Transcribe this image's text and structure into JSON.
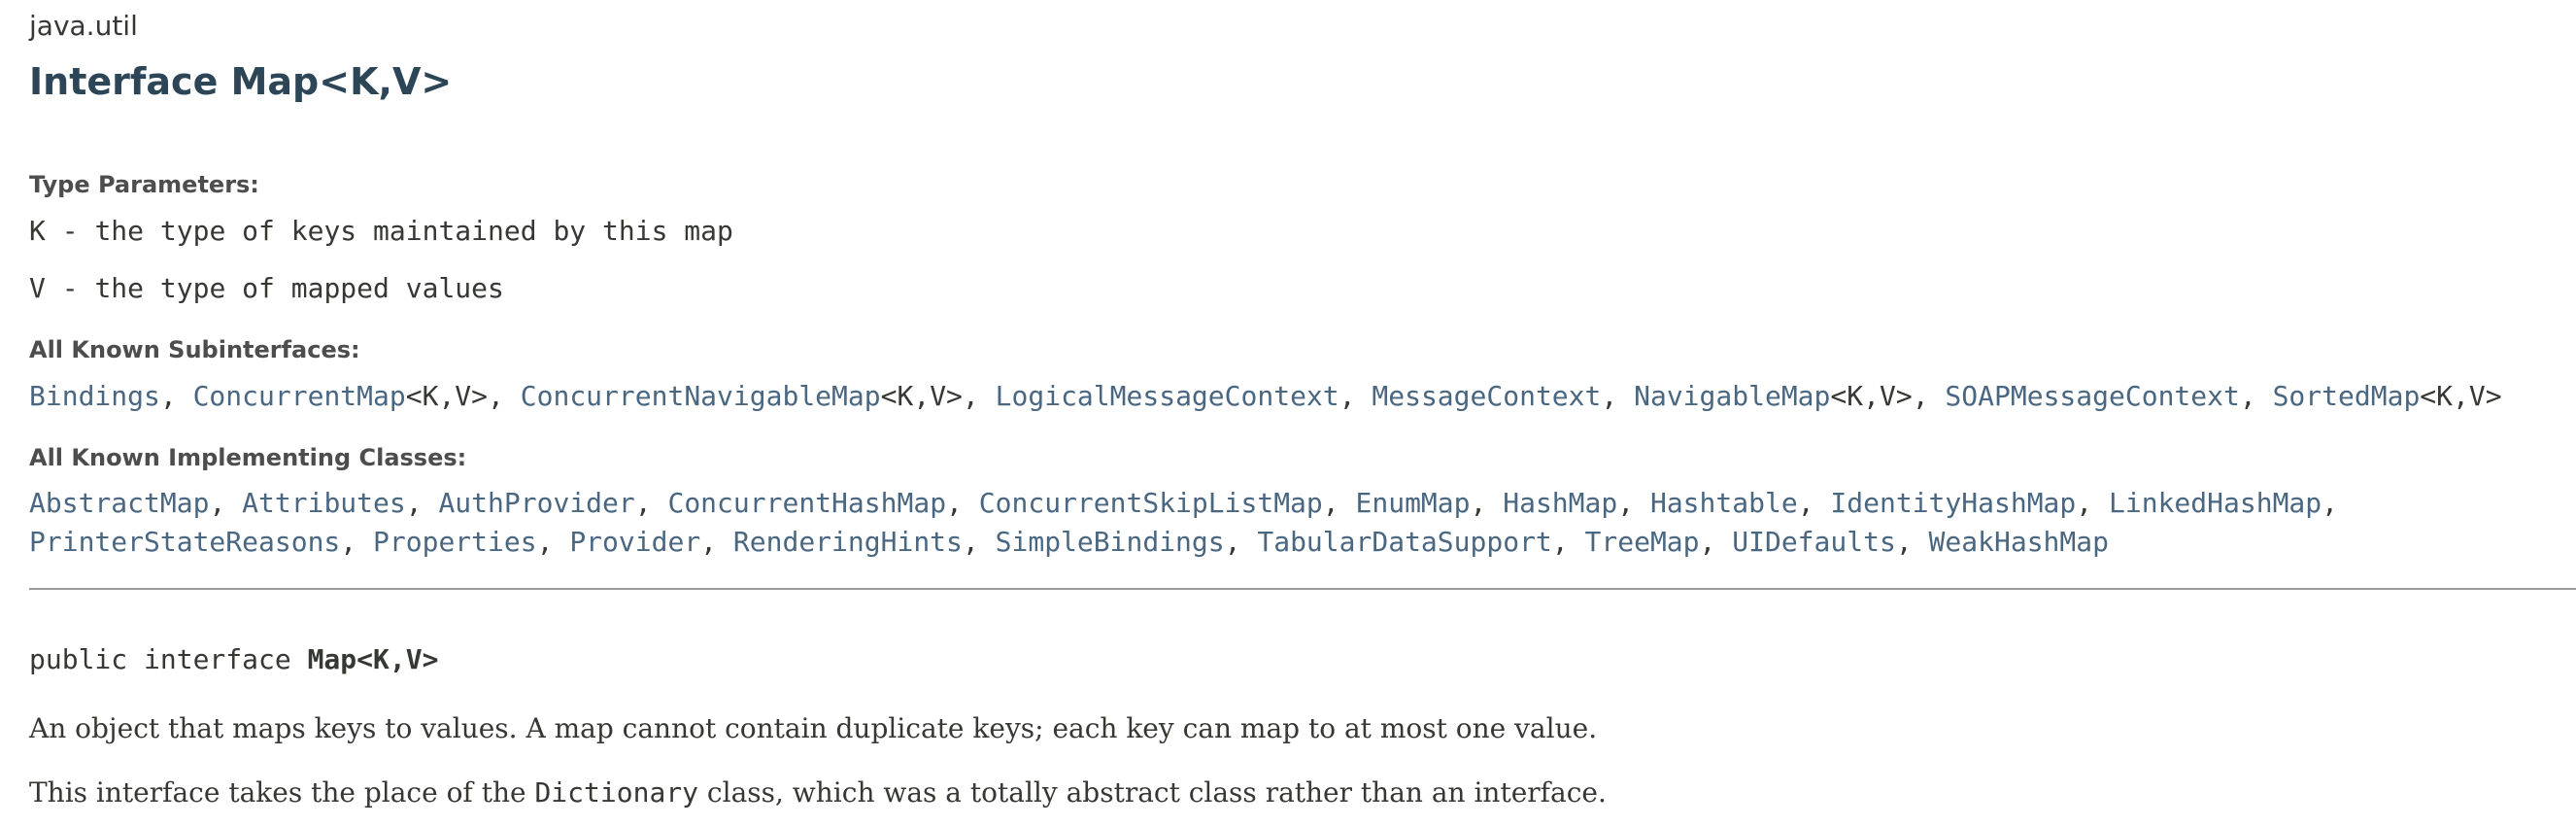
{
  "package": "java.util",
  "title": "Interface Map<K,V>",
  "type_parameters": {
    "heading": "Type Parameters:",
    "items": [
      {
        "name": "K",
        "description": "the type of keys maintained by this map"
      },
      {
        "name": "V",
        "description": "the type of mapped values"
      }
    ]
  },
  "subinterfaces": {
    "heading": "All Known Subinterfaces:",
    "items": [
      {
        "name": "Bindings",
        "generic": ""
      },
      {
        "name": "ConcurrentMap",
        "generic": "<K,V>"
      },
      {
        "name": "ConcurrentNavigableMap",
        "generic": "<K,V>"
      },
      {
        "name": "LogicalMessageContext",
        "generic": ""
      },
      {
        "name": "MessageContext",
        "generic": ""
      },
      {
        "name": "NavigableMap",
        "generic": "<K,V>"
      },
      {
        "name": "SOAPMessageContext",
        "generic": ""
      },
      {
        "name": "SortedMap",
        "generic": "<K,V>"
      }
    ]
  },
  "implementing_classes": {
    "heading": "All Known Implementing Classes:",
    "line1": [
      "AbstractMap",
      "Attributes",
      "AuthProvider",
      "ConcurrentHashMap",
      "ConcurrentSkipListMap",
      "EnumMap",
      "HashMap",
      "Hashtable",
      "IdentityHashMap",
      "LinkedHashMap"
    ],
    "line2": [
      "PrinterStateReasons",
      "Properties",
      "Provider",
      "RenderingHints",
      "SimpleBindings",
      "TabularDataSupport",
      "TreeMap",
      "UIDefaults",
      "WeakHashMap"
    ]
  },
  "signature": {
    "prefix": "public interface ",
    "name": "Map<K,V>"
  },
  "description": {
    "p1": "An object that maps keys to values. A map cannot contain duplicate keys; each key can map to at most one value.",
    "p2_before": "This interface takes the place of the ",
    "p2_code": "Dictionary",
    "p2_after": " class, which was a totally abstract class rather than an interface."
  },
  "colors": {
    "link": "#4a6782",
    "title": "#2c4557",
    "text": "#353833"
  }
}
